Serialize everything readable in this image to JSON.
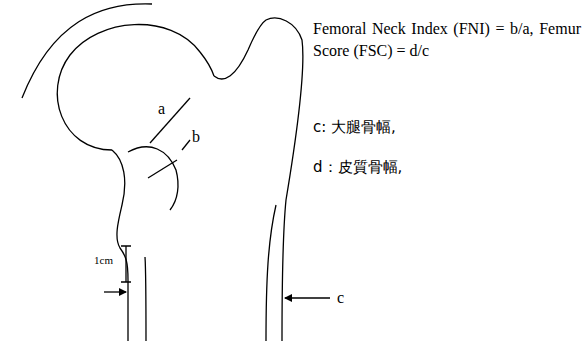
{
  "diagram": {
    "labels": [
      "a",
      "b",
      "1cm",
      "c",
      "Femoral Neck Index (FNI) = b/a, Femur Score (FSC) = d/c",
      "c: 大腿骨幅,",
      "d：皮質骨幅,"
    ]
  }
}
